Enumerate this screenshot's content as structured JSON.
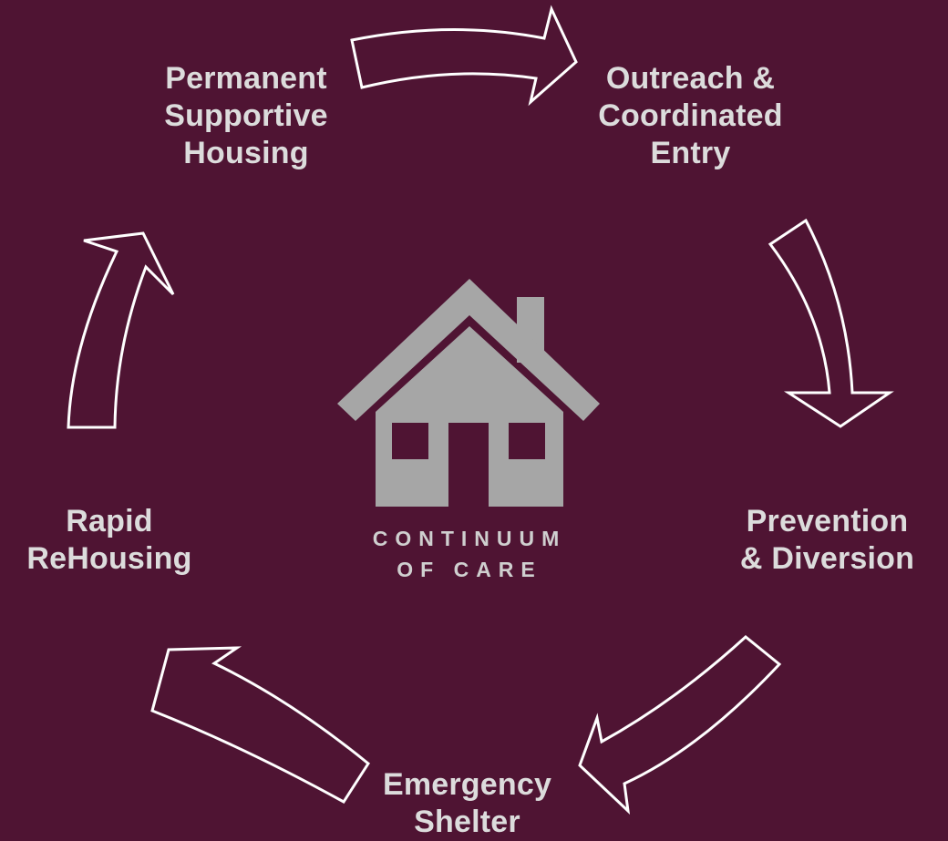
{
  "diagram": {
    "colors": {
      "background": "#4f1433",
      "arrow_outline": "#ffffff",
      "label_text": "#dcdcdc",
      "house": "#a6a6a6",
      "house_window": "#4f1433",
      "caption_text": "#cfcfcf"
    },
    "stages": [
      {
        "id": "outreach",
        "lines": [
          "Outreach &",
          "Coordinated",
          "Entry"
        ]
      },
      {
        "id": "prevention",
        "lines": [
          "Prevention",
          "& Diversion"
        ]
      },
      {
        "id": "emergency",
        "lines": [
          "Emergency",
          "Shelter"
        ]
      },
      {
        "id": "rapid",
        "lines": [
          "Rapid",
          "ReHousing"
        ]
      },
      {
        "id": "permanent",
        "lines": [
          "Permanent",
          "Supportive",
          "Housing"
        ]
      }
    ],
    "cycle_arrows": [
      {
        "from": "permanent",
        "to": "outreach",
        "icon": "curved-arrow-icon"
      },
      {
        "from": "outreach",
        "to": "prevention",
        "icon": "curved-arrow-icon"
      },
      {
        "from": "prevention",
        "to": "emergency",
        "icon": "curved-arrow-icon"
      },
      {
        "from": "emergency",
        "to": "rapid",
        "icon": "curved-arrow-icon"
      },
      {
        "from": "rapid",
        "to": "permanent",
        "icon": "curved-arrow-icon"
      }
    ],
    "center": {
      "icon": "house-icon",
      "caption_lines": [
        "CONTINUUM",
        "OF CARE"
      ]
    }
  }
}
